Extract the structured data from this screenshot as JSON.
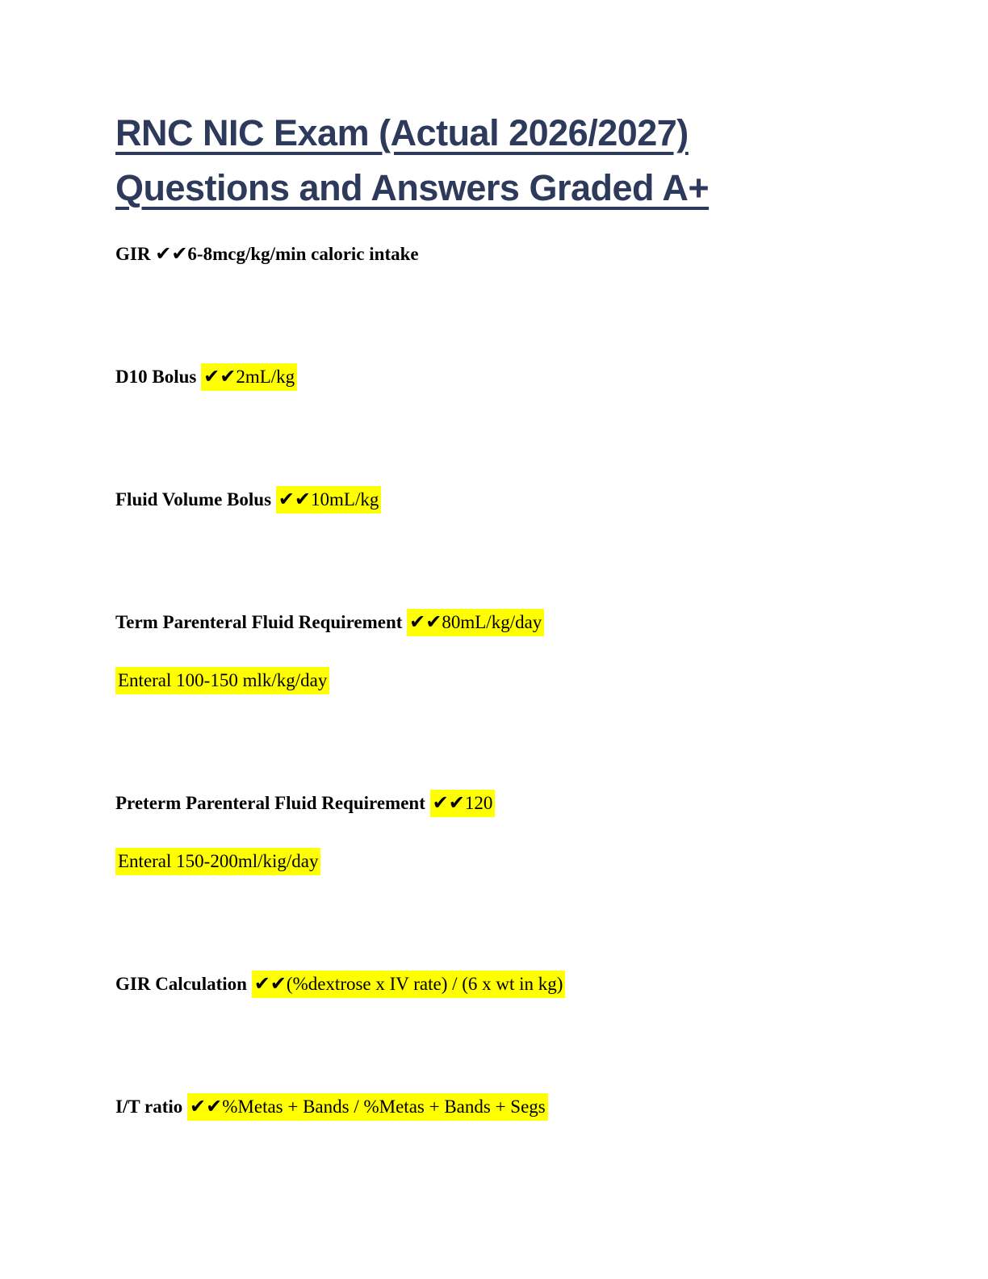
{
  "title": {
    "line1": "RNC NIC Exam (Actual 2026/2027)",
    "line2": "Questions and Answers Graded A+"
  },
  "colors": {
    "title_text": "#2E3A5C",
    "highlight": "#FFFF00",
    "body_text": "#000000",
    "page_background": "#FFFFFF"
  },
  "entries": [
    {
      "question": "GIR ",
      "checks": "✔✔",
      "answer": "6-8mcg/kg/min caloric intake",
      "highlighted": false
    },
    {
      "question": "D10 Bolus ",
      "checks": "✔✔",
      "answer": "2mL/kg",
      "highlighted": true
    },
    {
      "question": "Fluid Volume Bolus ",
      "checks": "✔✔",
      "answer": "10mL/kg",
      "highlighted": true
    },
    {
      "question": "Term Parenteral Fluid Requirement ",
      "checks": "✔✔",
      "answer": "80mL/kg/day",
      "highlighted": true
    },
    {
      "question": "",
      "checks": "",
      "answer": "Enteral 100-150 mlk/kg/day",
      "highlighted": true
    },
    {
      "question": "Preterm Parenteral Fluid Requirement ",
      "checks": "✔✔",
      "answer": "120",
      "highlighted": true
    },
    {
      "question": "",
      "checks": "",
      "answer": "Enteral 150-200ml/kig/day",
      "highlighted": true
    },
    {
      "question": "GIR Calculation ",
      "checks": "✔✔",
      "answer": "(%dextrose x IV rate) / (6 x wt in kg)",
      "highlighted": true
    },
    {
      "question": "I/T ratio ",
      "checks": "✔✔",
      "answer": "%Metas + Bands / %Metas + Bands + Segs",
      "highlighted": true
    }
  ]
}
